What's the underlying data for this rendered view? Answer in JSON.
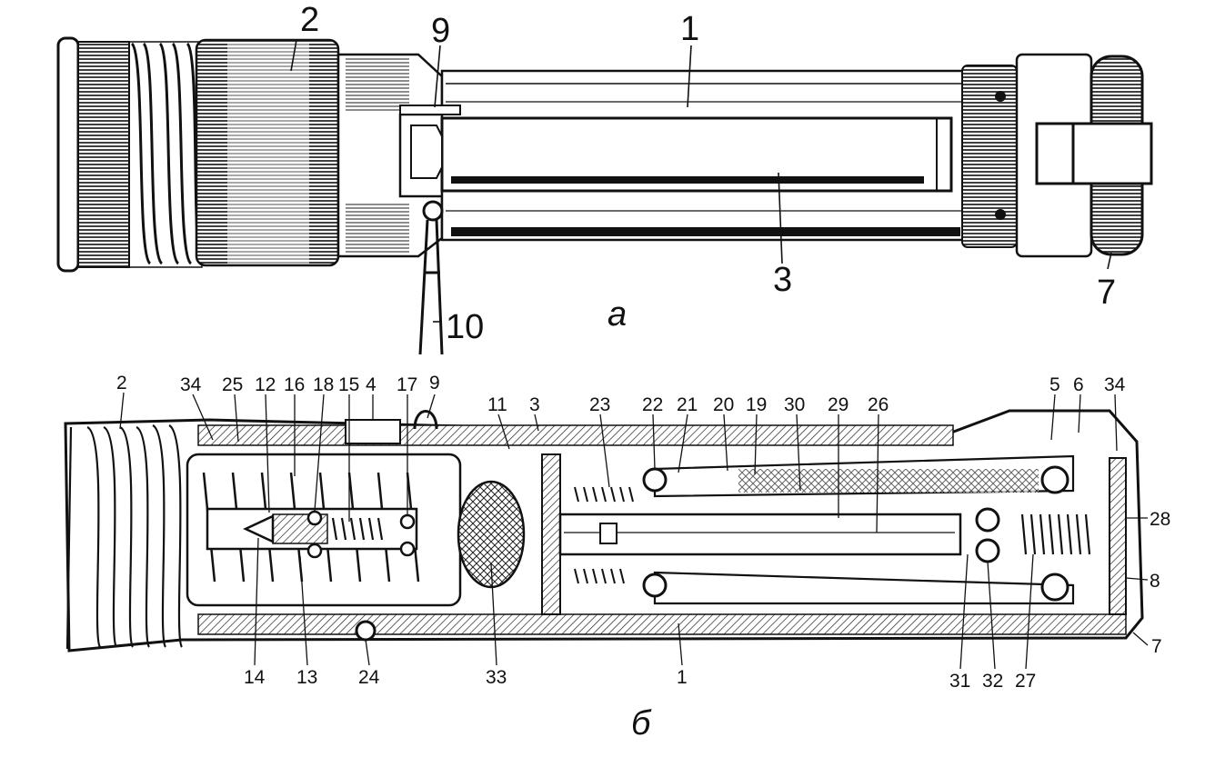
{
  "captions": {
    "top": "а",
    "bottom": "б"
  },
  "top_labels": {
    "l1": "1",
    "l2": "2",
    "l3": "3",
    "l7": "7",
    "l9": "9",
    "l10": "10"
  },
  "bottom_labels": {
    "b2": "2",
    "b34a": "34",
    "b25": "25",
    "b12": "12",
    "b16": "16",
    "b18": "18",
    "b15": "15",
    "b4": "4",
    "b17": "17",
    "b9": "9",
    "b11": "11",
    "b3": "3",
    "b23": "23",
    "b22": "22",
    "b21": "21",
    "b20": "20",
    "b19": "19",
    "b30": "30",
    "b29": "29",
    "b26": "26",
    "b5": "5",
    "b6": "6",
    "b34b": "34",
    "b28": "28",
    "b8": "8",
    "b7": "7",
    "b14": "14",
    "b13": "13",
    "b24": "24",
    "b33": "33",
    "b1": "1",
    "b31": "31",
    "b32": "32",
    "b27": "27"
  }
}
